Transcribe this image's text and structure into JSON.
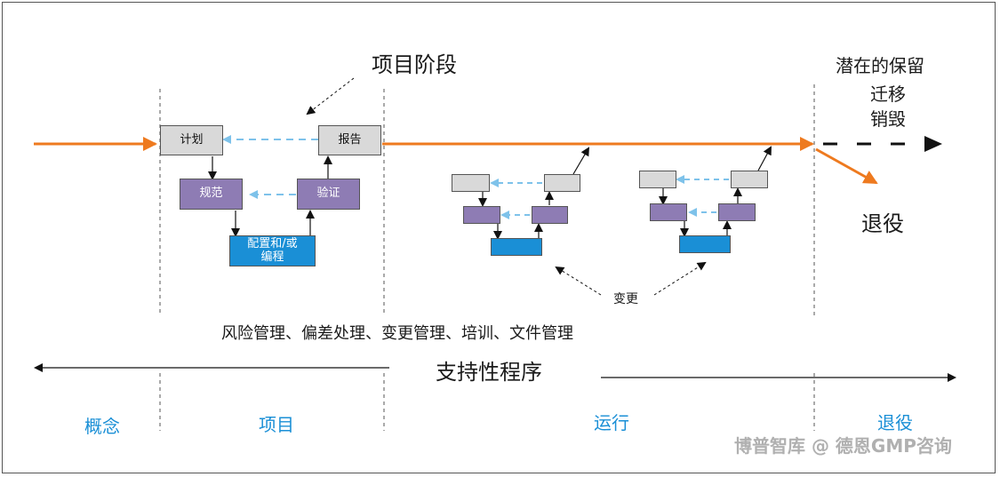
{
  "diagram": {
    "title": "项目阶段",
    "post_labels": [
      "潜在的保留",
      "迁移",
      "销毁"
    ],
    "retire_label": "退役",
    "project_boxes": {
      "plan": "计划",
      "report": "报告",
      "spec": "规范",
      "verify": "验证",
      "config": "配置和/或\n编程"
    },
    "change_label": "变更",
    "processes_list": "风险管理、偏差处理、变更管理、培训、文件管理",
    "support_label": "支持性程序",
    "phases": [
      "概念",
      "项目",
      "运行",
      "退役"
    ],
    "watermark": "博普智库 @ 德恩GMP咨询",
    "colors": {
      "orange": "#ee7a1f",
      "light_blue_arrow": "#7ec2ea",
      "purple": "#8e7cb4",
      "blue": "#1a8fd6",
      "gray": "#d9d9d9"
    }
  }
}
